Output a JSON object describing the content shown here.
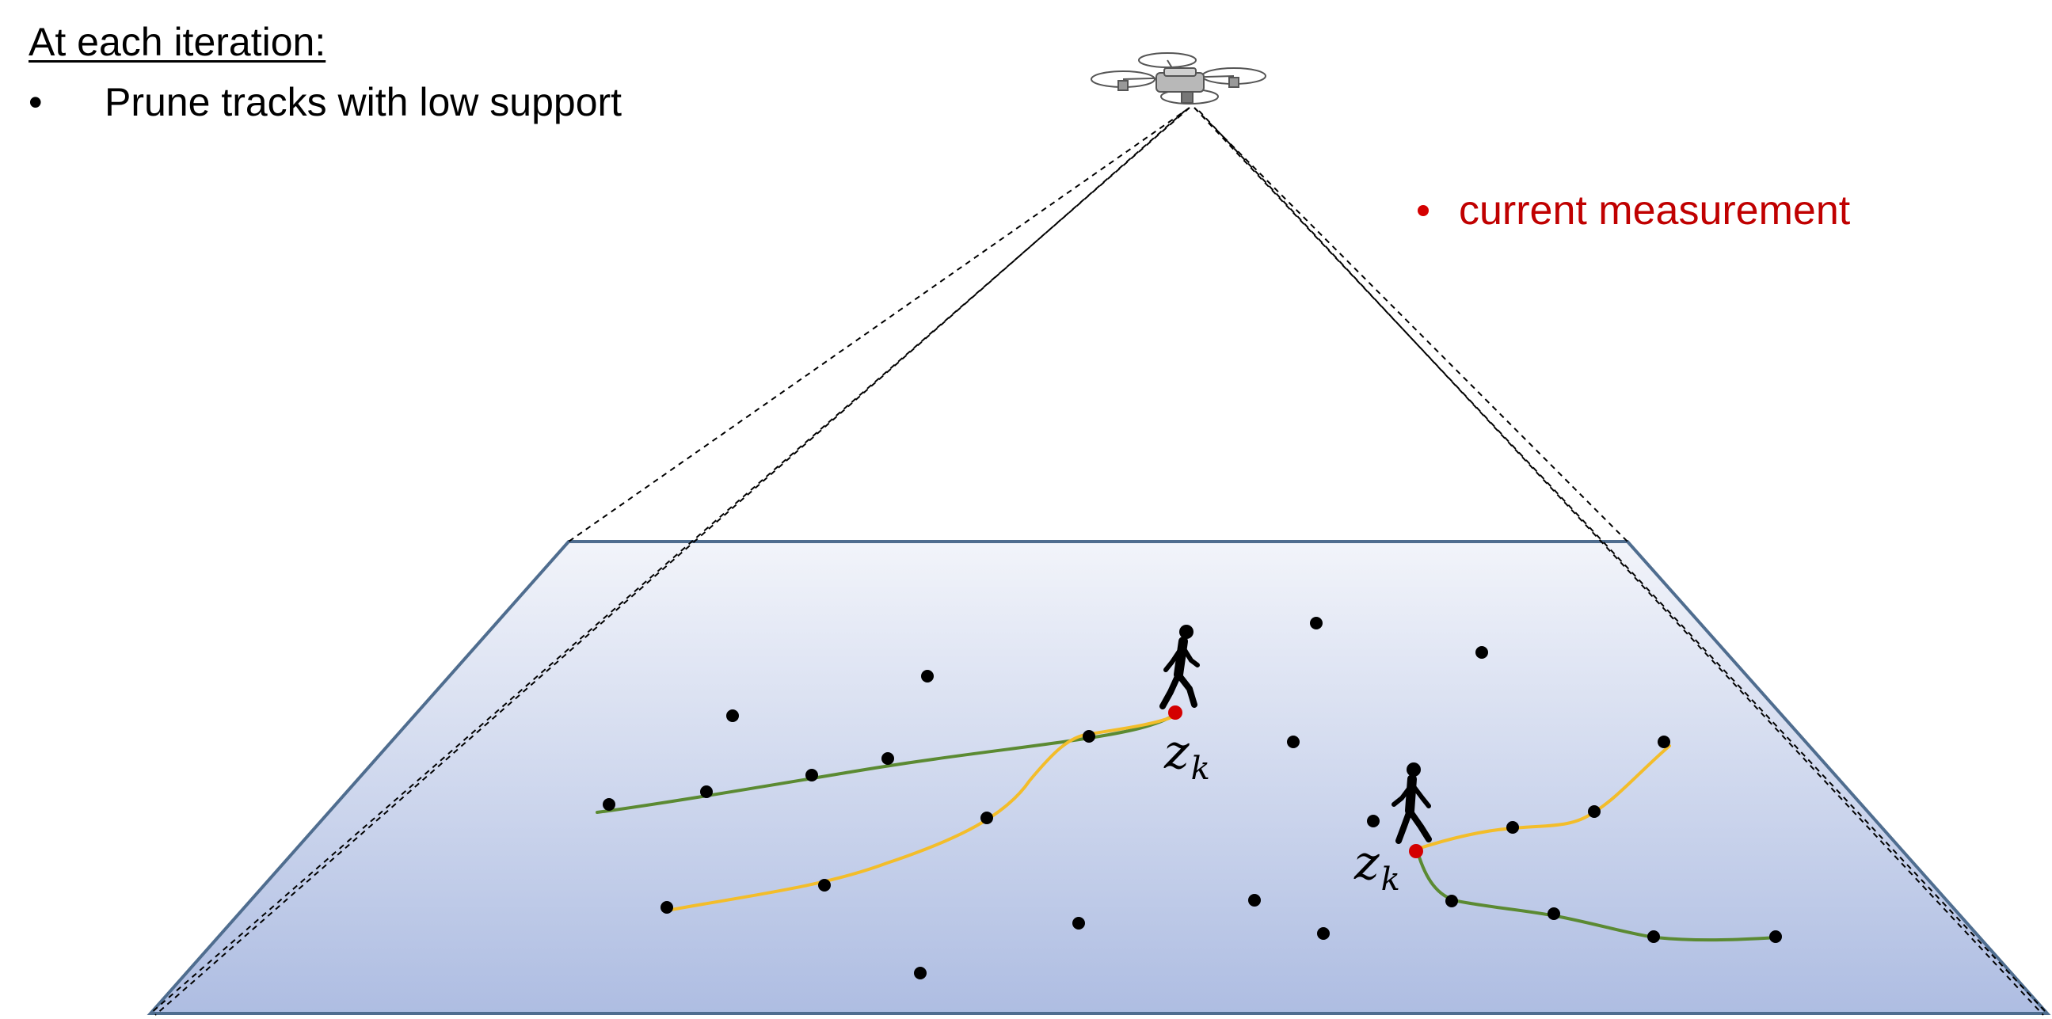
{
  "heading": "At each iteration:",
  "bullets": [
    {
      "marker": "•",
      "text": "Prune tracks with low support"
    }
  ],
  "legend": {
    "label": "current measurement",
    "color": "#c00000",
    "dot_color": "#d40000"
  },
  "measurement_labels": {
    "person_1": {
      "main": "z",
      "sub": "k"
    },
    "person_2": {
      "main": "z",
      "sub": "k"
    }
  },
  "colors": {
    "ground_top": "#f2f4fa",
    "ground_bottom": "#aebde2",
    "ground_border": "#4f6d8f",
    "track_green": "#5b8a32",
    "track_yellow": "#f3bd2a",
    "clutter_point": "#000000",
    "measurement_point": "#d40000"
  },
  "icons": [
    "drone-icon",
    "walking-person-icon"
  ]
}
